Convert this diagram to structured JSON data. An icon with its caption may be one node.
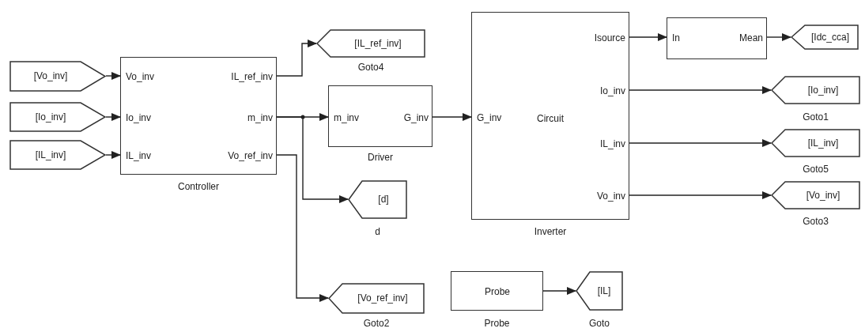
{
  "diagram": {
    "nodes": [
      {
        "text": [
          "[Vo_inv]"
        ]
      },
      {
        "text": [
          "[Io_inv]"
        ]
      },
      {
        "text": [
          "[IL_inv]"
        ]
      },
      {
        "text": [
          "Vo_inv",
          "Io_inv",
          "IL_inv",
          "IL_ref_inv",
          "m_inv",
          "Vo_ref_inv"
        ],
        "beside": [
          "Controller"
        ]
      },
      {
        "text": [
          "[IL_ref_inv]"
        ],
        "beside": [
          "Goto4"
        ]
      },
      {
        "text": [
          "m_inv",
          "G_inv"
        ],
        "beside": [
          "Driver"
        ]
      },
      {
        "text": [
          "[d]"
        ],
        "beside": [
          "d"
        ]
      },
      {
        "text": [
          "[Vo_ref_inv]"
        ],
        "beside": [
          "Goto2"
        ]
      },
      {
        "text": [
          "G_inv",
          "Circuit",
          "Isource",
          "Io_inv",
          "IL_inv",
          "Vo_inv"
        ],
        "beside": [
          "Inverter"
        ]
      },
      {
        "text": [
          "In",
          "Mean"
        ]
      },
      {
        "text": [
          "[Idc_cca]"
        ]
      },
      {
        "text": [
          "[Io_inv]"
        ],
        "beside": [
          "Goto1"
        ]
      },
      {
        "text": [
          "[IL_inv]"
        ],
        "beside": [
          "Goto5"
        ]
      },
      {
        "text": [
          "[Vo_inv]"
        ],
        "beside": [
          "Goto3"
        ]
      },
      {
        "text": [
          "Probe"
        ],
        "beside": [
          "Probe"
        ]
      },
      {
        "text": [
          "[IL]"
        ],
        "beside": [
          "Goto"
        ]
      }
    ],
    "edges": [
      {
        "from": 0,
        "to": 3,
        "arrow": "to"
      },
      {
        "from": 1,
        "to": 3,
        "arrow": "to"
      },
      {
        "from": 2,
        "to": 3,
        "arrow": "to"
      },
      {
        "from": 3,
        "to": 4,
        "arrow": "to"
      },
      {
        "from": 3,
        "to": 5,
        "arrow": "to"
      },
      {
        "from": 3,
        "to": 6,
        "arrow": "to"
      },
      {
        "from": 3,
        "to": 7,
        "arrow": "to"
      },
      {
        "from": 5,
        "to": 8,
        "arrow": "to"
      },
      {
        "from": 8,
        "to": 9,
        "arrow": "to"
      },
      {
        "from": 9,
        "to": 10,
        "arrow": "to"
      },
      {
        "from": 8,
        "to": 11,
        "arrow": "to"
      },
      {
        "from": 8,
        "to": 12,
        "arrow": "to"
      },
      {
        "from": 8,
        "to": 13,
        "arrow": "to"
      },
      {
        "from": 14,
        "to": 15,
        "arrow": "to"
      }
    ]
  }
}
